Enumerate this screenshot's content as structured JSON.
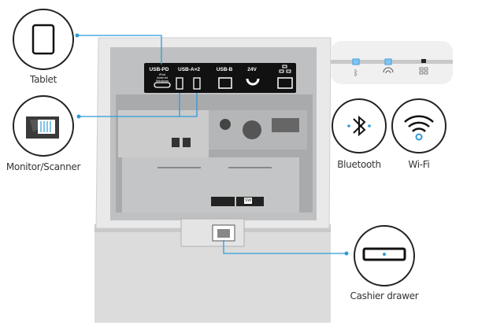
{
  "callouts": {
    "tablet": "Tablet",
    "monitor_scanner": "Monitor/Scanner",
    "bluetooth": "Bluetooth",
    "wifi": "Wi-Fi",
    "cashier_drawer": "Cashier drawer"
  },
  "ports": {
    "usb_pd": "USB-PD",
    "usb_pd_sub": "iPad Android Windows",
    "usb_a": "USB-A×2",
    "usb_b": "USB-B",
    "power": "24V"
  },
  "inner_labels": {
    "switch": "SW"
  },
  "colors": {
    "accent": "#2f9bd7",
    "body": "#d9dadb",
    "panel": "#111111"
  }
}
